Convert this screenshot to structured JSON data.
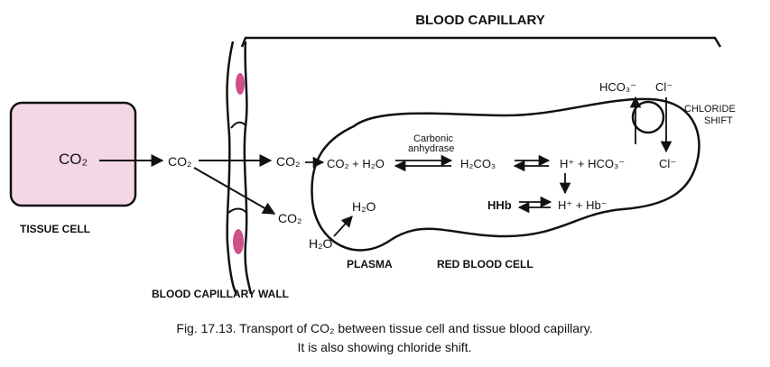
{
  "colors": {
    "title": "#8b1d5a",
    "cell_fill": "#f4d7e6",
    "cell_stroke": "#000000",
    "nucleus": "#cf4f8a",
    "ink": "#111111"
  },
  "header": {
    "title": "BLOOD CAPILLARY"
  },
  "tissue_cell": {
    "co2": "CO₂",
    "label": "TISSUE CELL"
  },
  "capillary": {
    "co2": "CO₂",
    "wall_label": "BLOOD CAPILLARY WALL"
  },
  "plasma": {
    "co2_top": "CO₂",
    "co2_bottom": "CO₂",
    "h2o_a": "H₂O",
    "h2o_b": "H₂O",
    "label": "PLASMA"
  },
  "rbc": {
    "reactants": "CO₂ + H₂O",
    "enzyme_line1": "Carbonic",
    "enzyme_line2": "anhydrase",
    "carbonic_acid": "H₂CO₃",
    "dissociation": "H⁺ + HCO₃⁻",
    "hhb": "HHb",
    "buffer_products": "H⁺ + Hb⁻",
    "cl_in": "Cl⁻",
    "label": "RED BLOOD CELL"
  },
  "shift": {
    "hco3_out": "HCO₃⁻",
    "cl_top": "Cl⁻",
    "label_line1": "CHLORIDE",
    "label_line2": "SHIFT"
  },
  "caption": {
    "line1": "Fig. 17.13. Transport of CO₂ between tissue cell and tissue blood capillary.",
    "line2": "It is also showing chloride shift."
  }
}
